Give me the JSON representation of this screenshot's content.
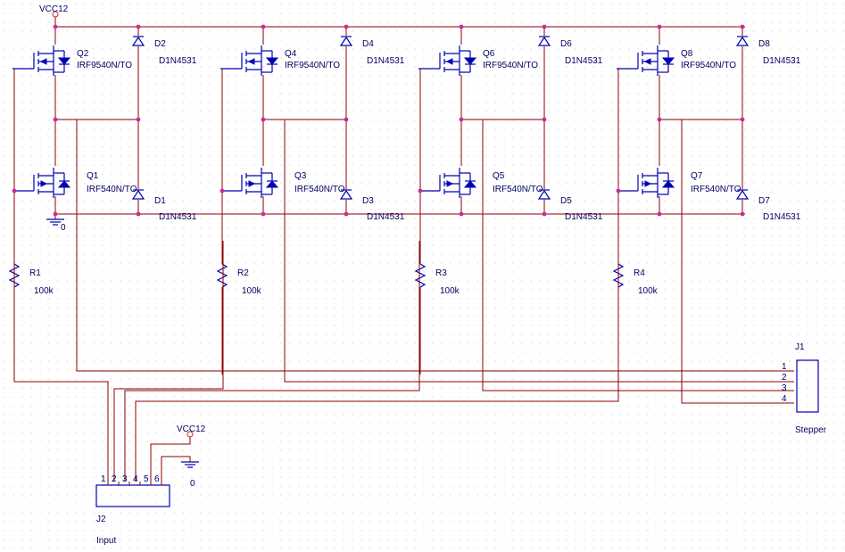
{
  "vcc_top": "VCC12",
  "vcc_bottom": "VCC12",
  "gnd_top": "0",
  "gnd_bottom": "0",
  "stages": [
    {
      "pmos_ref": "Q2",
      "pmos_part": "IRF9540N/TO",
      "nmos_ref": "Q1",
      "nmos_part": "IRF540N/TO",
      "diode_top_ref": "D2",
      "diode_top_part": "D1N4531",
      "diode_bot_ref": "D1",
      "diode_bot_part": "D1N4531",
      "res_ref": "R1",
      "res_value": "100k"
    },
    {
      "pmos_ref": "Q4",
      "pmos_part": "IRF9540N/TO",
      "nmos_ref": "Q3",
      "nmos_part": "IRF540N/TO",
      "diode_top_ref": "D4",
      "diode_top_part": "D1N4531",
      "diode_bot_ref": "D3",
      "diode_bot_part": "D1N4531",
      "res_ref": "R2",
      "res_value": "100k"
    },
    {
      "pmos_ref": "Q6",
      "pmos_part": "IRF9540N/TO",
      "nmos_ref": "Q5",
      "nmos_part": "IRF540N/TO",
      "diode_top_ref": "D6",
      "diode_top_part": "D1N4531",
      "diode_bot_ref": "D5",
      "diode_bot_part": "D1N4531",
      "res_ref": "R3",
      "res_value": "100k"
    },
    {
      "pmos_ref": "Q8",
      "pmos_part": "IRF9540N/TO",
      "nmos_ref": "Q7",
      "nmos_part": "IRF540N/TO",
      "diode_top_ref": "D8",
      "diode_top_part": "D1N4531",
      "diode_bot_ref": "D7",
      "diode_bot_part": "D1N4531",
      "res_ref": "R4",
      "res_value": "100k"
    }
  ],
  "j1": {
    "ref": "J1",
    "name": "Stepper",
    "pins": [
      "1",
      "2",
      "3",
      "4"
    ]
  },
  "j2": {
    "ref": "J2",
    "name": "Input",
    "pins": [
      "1",
      "2",
      "3",
      "4",
      "5",
      "6"
    ]
  },
  "colors": {
    "wire": "#8b0000",
    "component": "#0000b0",
    "junction": "#cc2a9a",
    "text": "#000060",
    "grid": "#c8c8c8"
  }
}
